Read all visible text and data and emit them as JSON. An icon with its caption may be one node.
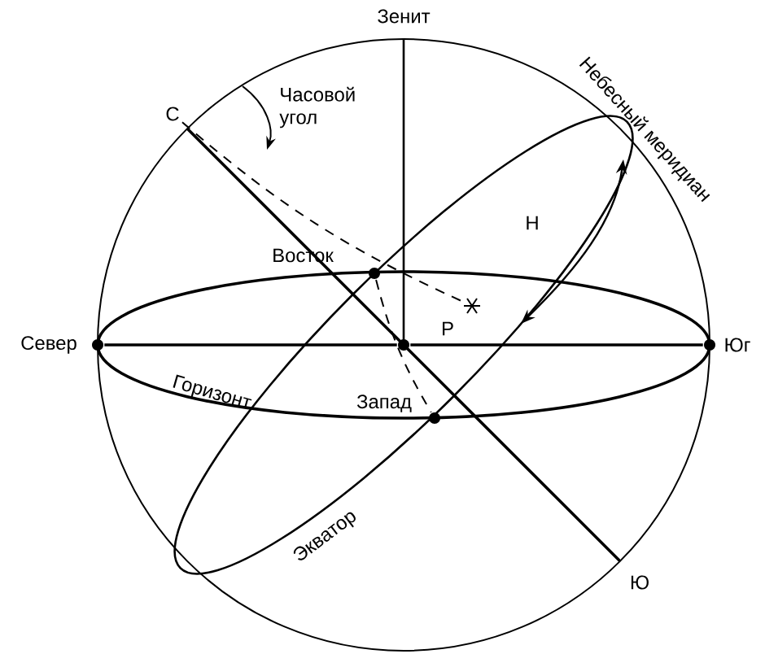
{
  "diagram": {
    "nodes": [
      {
        "text": [],
        "shape": "circle",
        "beside": [
          "Север"
        ]
      },
      {
        "text": [],
        "shape": "circle"
      },
      {
        "text": [],
        "shape": "circle",
        "beside": [
          "Юг"
        ]
      },
      {
        "text": [],
        "shape": "circle",
        "beside": [
          "Восток"
        ]
      },
      {
        "text": [],
        "shape": "circle",
        "beside": [
          "Запад"
        ]
      },
      {
        "text": [],
        "shape": "star",
        "beside": [
          "Р"
        ]
      },
      {
        "text": [
          "С"
        ]
      }
    ],
    "edges": [
      {
        "from": 0,
        "to": 1,
        "arrow": "none"
      },
      {
        "from": 1,
        "to": 2,
        "arrow": "none"
      },
      {
        "from": 3,
        "to": 4,
        "arrow": "none",
        "style": "dashed"
      },
      {
        "from": 6,
        "to": 5,
        "arrow": "none",
        "style": "dashed"
      }
    ],
    "labels": [
      "Зенит",
      "Часовой угол",
      "Небесный меридиан",
      "Н",
      "Горизонт",
      "Экватор",
      "Ю"
    ]
  }
}
